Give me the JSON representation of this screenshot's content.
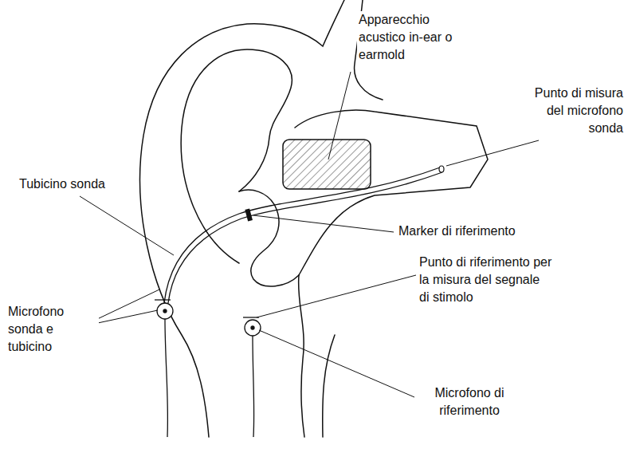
{
  "diagram": {
    "labels": [
      "Apparecchio acustico in-ear o earmold",
      "Punto di misura del microfono sonda",
      "Tubicino sonda",
      "Marker di riferimento",
      "Punto di riferimento per la misura del segnale di stimolo",
      "Microfono sonda e tubicino",
      "Microfono di riferimento"
    ]
  }
}
